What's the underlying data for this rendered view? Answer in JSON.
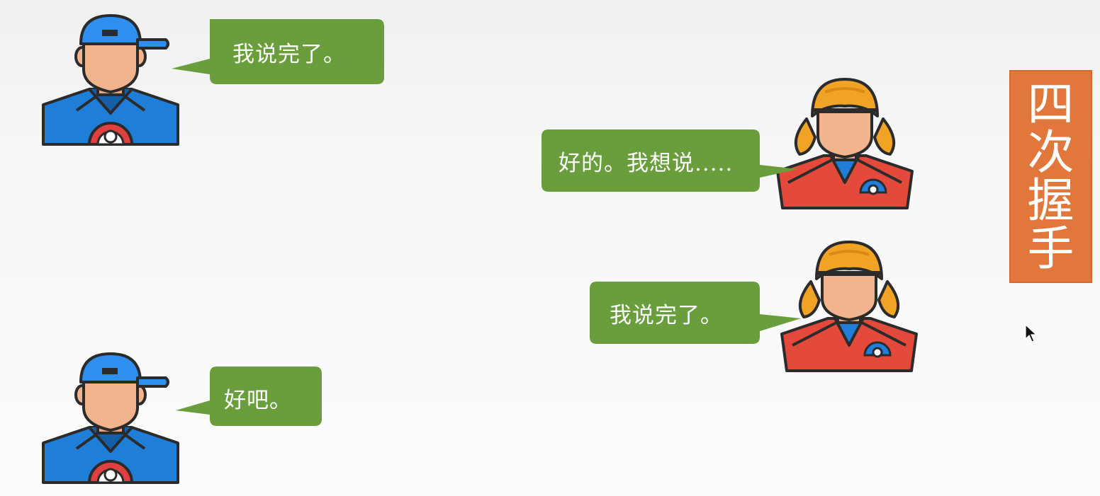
{
  "title": "四次握手",
  "colors": {
    "bubble": "#6a9e3c",
    "title_bg": "#e2773b",
    "boy_shirt": "#1e7ed8",
    "girl_shirt": "#e34a3b",
    "girl_hair": "#f1a326",
    "skin": "#f1b48c"
  },
  "messages": [
    {
      "speaker": "boy",
      "text": "我说完了。"
    },
    {
      "speaker": "girl",
      "text": "好的。我想说....."
    },
    {
      "speaker": "girl",
      "text": "我说完了。"
    },
    {
      "speaker": "boy",
      "text": "好吧。"
    }
  ],
  "icons": [
    "boy-avatar-icon",
    "girl-avatar-icon",
    "mouse-cursor-icon"
  ]
}
